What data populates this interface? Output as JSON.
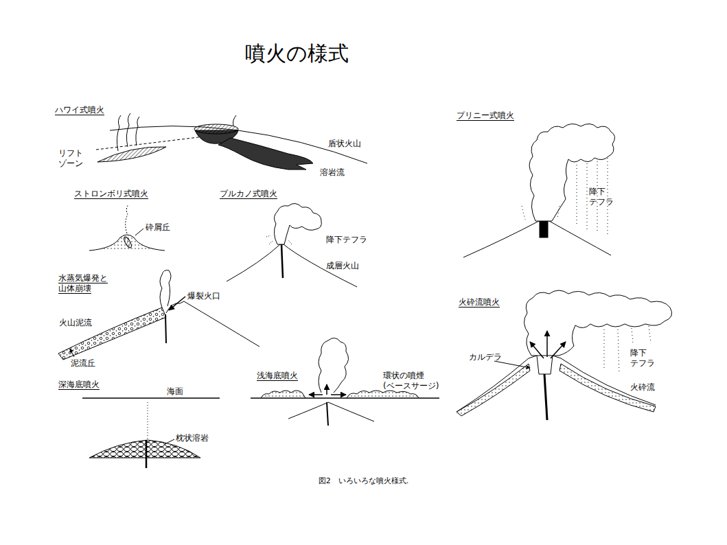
{
  "diagram": {
    "title": "噴火の様式",
    "caption": "図2　いろいろな噴火様式.",
    "labels": [
      "ハワイ式噴火",
      "リフト ゾーン",
      "盾状火山",
      "溶岩流",
      "ストロンボリ式噴火",
      "砕屑丘",
      "ブルカノ式噴火",
      "降下テフラ",
      "成層火山",
      "水蒸気爆発と 山体崩壊",
      "爆裂火口",
      "火山泥流",
      "泥流丘",
      "深海底噴火",
      "海面",
      "枕状溶岩",
      "浅海底噴火",
      "環状の噴煙 (ベースサージ)",
      "プリニー式噴火",
      "降下 テフラ",
      "火砕流噴火",
      "カルデラ",
      "降下 テフラ",
      "火砕流"
    ]
  }
}
